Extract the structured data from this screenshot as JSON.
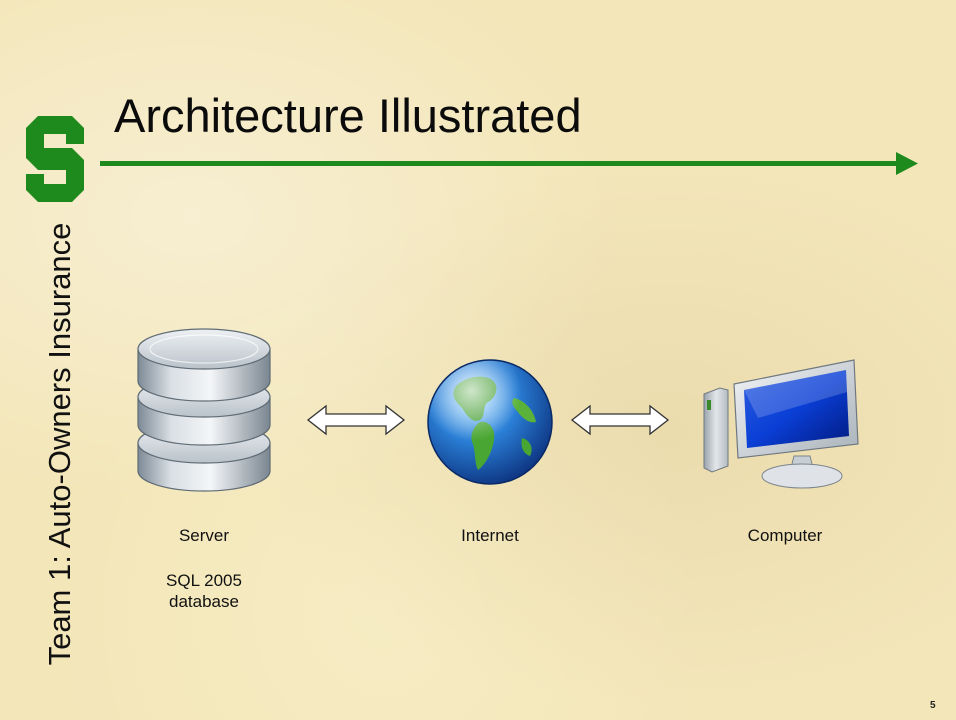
{
  "slide": {
    "title": "Architecture Illustrated",
    "side_label": "Team 1: Auto-Owners Insurance",
    "page_number": "5",
    "accent_color": "#1e8a1e",
    "logo_color": "#1e8a1e"
  },
  "diagram": {
    "nodes": [
      {
        "id": "server",
        "icon": "database-icon",
        "label": "Server",
        "sublabel": "SQL 2005\ndatabase"
      },
      {
        "id": "internet",
        "icon": "globe-icon",
        "label": "Internet"
      },
      {
        "id": "computer",
        "icon": "computer-icon",
        "label": "Computer"
      }
    ],
    "edges": [
      {
        "from": "server",
        "to": "internet",
        "type": "bidirectional"
      },
      {
        "from": "internet",
        "to": "computer",
        "type": "bidirectional"
      }
    ]
  }
}
